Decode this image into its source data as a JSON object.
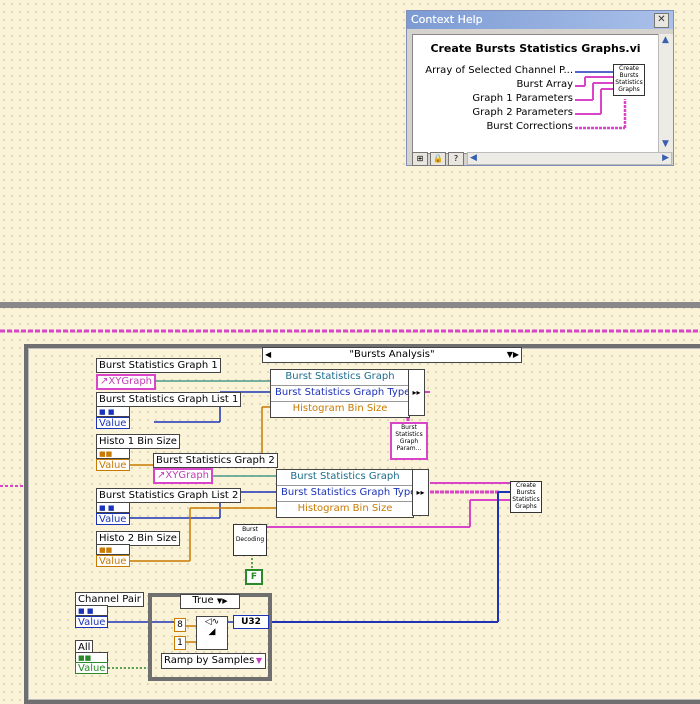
{
  "context_help": {
    "title": "Context Help",
    "close_glyph": "✕",
    "vi_name": "Create Bursts Statistics Graphs.vi",
    "terminals": [
      "Array of Selected Channel P...",
      "Burst Array",
      "Graph 1 Parameters",
      "Graph 2 Parameters",
      "Burst Corrections"
    ],
    "vi_icon_text": "Create Bursts Statistics Graphs",
    "buttons": [
      "detail-icon",
      "lock-icon",
      "help-icon"
    ],
    "button_glyphs": [
      "⊞",
      "🔒",
      "?"
    ]
  },
  "case_structure": {
    "selector": "\"Bursts Analysis\""
  },
  "controls": {
    "graph1_label": "Burst Statistics Graph 1",
    "graph1_ref": "XYGraph",
    "graph1_list_label": "Burst Statistics Graph List 1",
    "graph1_list_value": "Value",
    "histo1_label": "Histo 1 Bin Size",
    "histo1_value": "Value",
    "graph2_label": "Burst Statistics Graph 2",
    "graph2_ref": "XYGraph",
    "graph2_list_label": "Burst Statistics Graph List 2",
    "graph2_list_value": "Value",
    "histo2_label": "Histo 2 Bin Size",
    "histo2_value": "Value",
    "channel_pair_label": "Channel Pair",
    "channel_pair_value": "Value",
    "all_label": "All",
    "all_value": "Value"
  },
  "property_node_1": [
    "Burst Statistics Graph",
    "Burst Statistics Graph Type",
    "Histogram Bin Size"
  ],
  "property_node_2": [
    "Burst Statistics Graph",
    "Burst Statistics Graph Type",
    "Histogram Bin Size"
  ],
  "subvis": {
    "graph_params": "Burst Statistics Graph Param...",
    "burst_decoding": "Burst Decoding",
    "create_graphs": "Create Bursts Statistics Graphs"
  },
  "inner_case": {
    "selector": "True",
    "const_8": "8",
    "const_1": "1",
    "u32": "U32",
    "ramp": "Ramp by Samples",
    "bool_const": "F"
  },
  "colors": {
    "pink_wire": "#d845c8",
    "blue_wire": "#1c33b8",
    "orange_wire": "#c97a00",
    "green_wire": "#2a8a2a",
    "teal_wire": "#4b9b8d"
  }
}
